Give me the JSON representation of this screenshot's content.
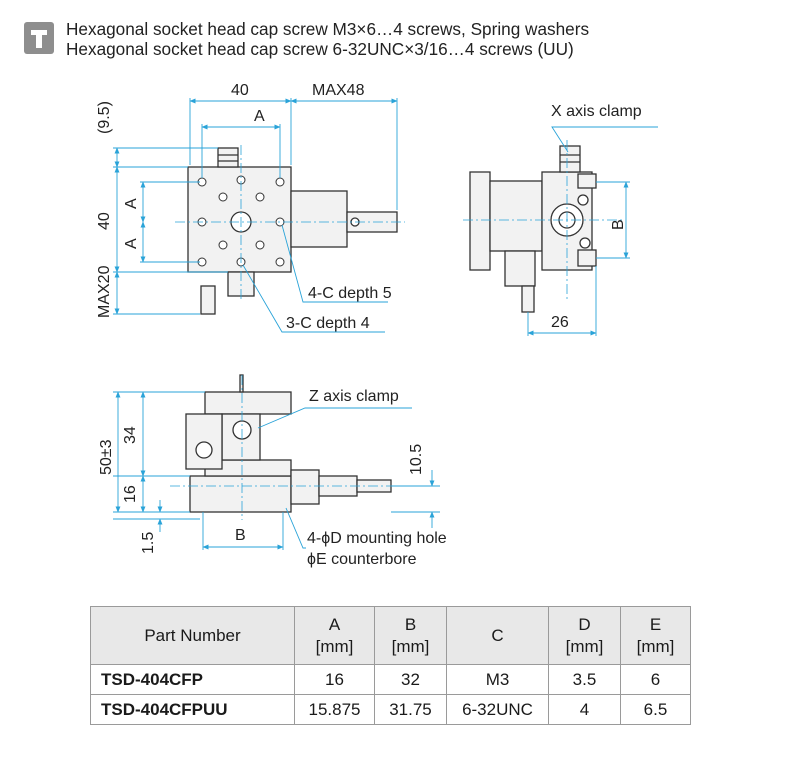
{
  "notes": {
    "line1": "Hexagonal socket head cap screw M3×6…4 screws, Spring washers",
    "line2": "Hexagonal socket head cap screw 6-32UNC×3/16…4 screws (UU)"
  },
  "icons": {
    "info": "info-icon"
  },
  "colors": {
    "dimension": "#2aa3d8",
    "outline": "#333333",
    "fill": "#f0f0f0",
    "header_bg": "#e8e8e8"
  },
  "dims": {
    "top_width": "40",
    "top_max": "MAX48",
    "top_a": "A",
    "left_offset": "(9.5)",
    "left_a1": "A",
    "left_a2": "A",
    "left_40": "40",
    "left_max20": "MAX20",
    "callout_c5": "4-C depth 5",
    "callout_c4": "3-C depth 4",
    "x_clamp": "X axis clamp",
    "side_b": "B",
    "side_26": "26",
    "z_clamp": "Z axis clamp",
    "height_total": "50±3",
    "height_34": "34",
    "height_16": "16",
    "height_15": "1.5",
    "height_105": "10.5",
    "bottom_b": "B",
    "mount_hole": "4-ϕD mounting hole",
    "counterbore": "ϕE counterbore"
  },
  "table": {
    "headers": [
      {
        "line1": "Part Number",
        "line2": ""
      },
      {
        "line1": "A",
        "line2": "[mm]"
      },
      {
        "line1": "B",
        "line2": "[mm]"
      },
      {
        "line1": "C",
        "line2": ""
      },
      {
        "line1": "D",
        "line2": "[mm]"
      },
      {
        "line1": "E",
        "line2": "[mm]"
      }
    ],
    "rows": [
      [
        "TSD-404CFP",
        "16",
        "32",
        "M3",
        "3.5",
        "6"
      ],
      [
        "TSD-404CFPUU",
        "15.875",
        "31.75",
        "6-32UNC",
        "4",
        "6.5"
      ]
    ]
  }
}
